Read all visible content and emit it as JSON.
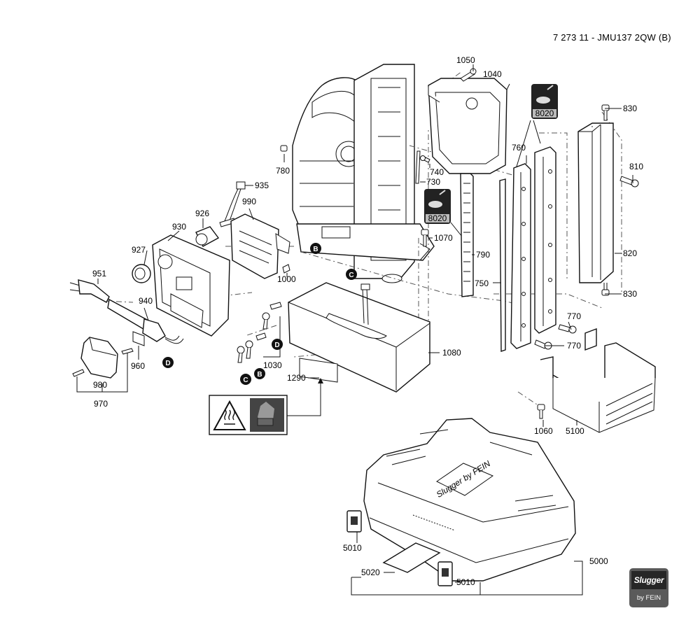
{
  "document_id": "7 273 11 - JMU137 2QW (B)",
  "parts": {
    "p1050": "1050",
    "p1040": "1040",
    "p830a": "830",
    "p830b": "830",
    "p810": "810",
    "p820": "820",
    "p760": "760",
    "p780": "780",
    "p740": "740",
    "p730": "730",
    "p935": "935",
    "p990": "990",
    "p926": "926",
    "p930": "930",
    "p927": "927",
    "p1070": "1070",
    "p790": "790",
    "p750": "750",
    "p1000": "1000",
    "p951": "951",
    "p940": "940",
    "p770a": "770",
    "p770b": "770",
    "p1080": "1080",
    "p960": "960",
    "p980": "980",
    "p970": "970",
    "p1030": "1030",
    "p1290": "1290",
    "p1060": "1060",
    "p5100": "5100",
    "p5010a": "5010",
    "p5010b": "5010",
    "p5020": "5020",
    "p5000": "5000"
  },
  "grease_label": "8020",
  "connectors": {
    "B": "B",
    "C": "C",
    "D": "D"
  },
  "warning_icons": [
    "hot-surface-warning-icon",
    "hand-handling-icon"
  ],
  "case_logo_text": "Slugger by FEIN",
  "brand": {
    "name": "Slugger",
    "subtitle": "by FEIN"
  }
}
